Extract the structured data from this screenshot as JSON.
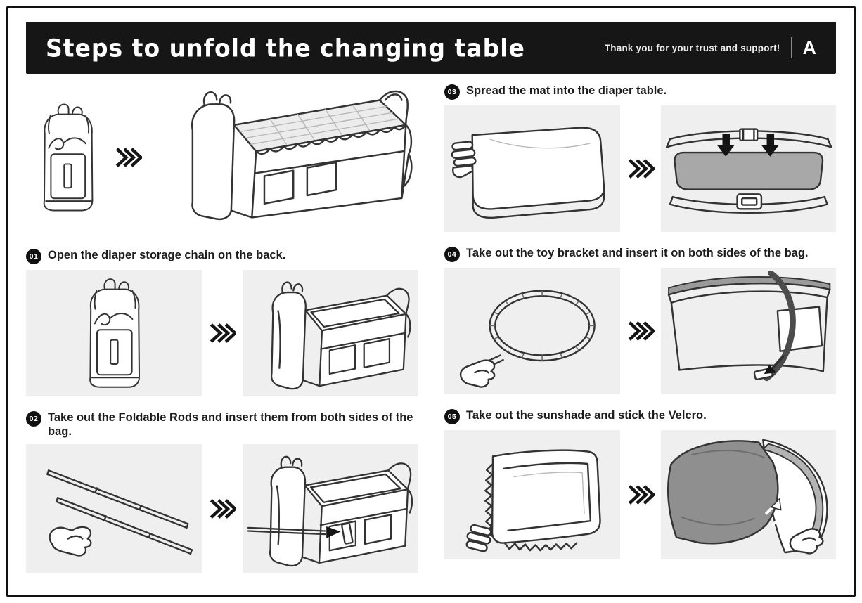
{
  "header": {
    "title": "Steps to unfold the changing table",
    "thanks": "Thank you for your trust and support!",
    "corner_label": "A"
  },
  "steps": [
    {
      "num": "01",
      "text": "Open the diaper storage chain on the back."
    },
    {
      "num": "02",
      "text": "Take out the Foldable Rods and insert them from both sides of the bag."
    },
    {
      "num": "03",
      "text": "Spread the mat into the diaper table."
    },
    {
      "num": "04",
      "text": "Take out the toy bracket and insert it on both sides of the bag."
    },
    {
      "num": "05",
      "text": "Take out the sunshade and stick the Velcro."
    }
  ],
  "icons": {
    "step_arrow": "triple-chevron-right"
  },
  "illustrations": {
    "hero": [
      "closed-diaper-backpack",
      "unfolded-changing-table-with-mesh"
    ],
    "step01": [
      "closed-diaper-backpack",
      "opened-changing-table"
    ],
    "step02": [
      "foldable-rods-in-hand",
      "rod-inserted-into-table"
    ],
    "step03": [
      "changing-mat",
      "mat-placed-inside-table"
    ],
    "step04": [
      "flexible-toy-bracket-in-hands",
      "bracket-inserted-on-side"
    ],
    "step05": [
      "folded-sunshade",
      "sunshade-velcro-attachment"
    ]
  },
  "colors": {
    "header_bg": "#161616",
    "panel_bg": "#efefef",
    "ink": "#1c1c1c"
  }
}
